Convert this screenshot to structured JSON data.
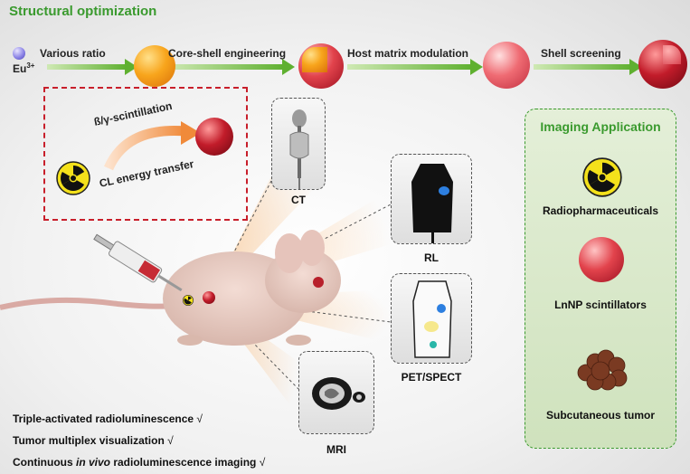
{
  "header": {
    "title": "Structural optimization"
  },
  "workflow": {
    "start_label": "Eu",
    "start_sup": "3+",
    "steps": [
      {
        "label": "Various ratio"
      },
      {
        "label": "Core-shell engineering"
      },
      {
        "label": "Host matrix modulation"
      },
      {
        "label": "Shell screening"
      }
    ]
  },
  "mechanism": {
    "scintillation_label": "ß/γ-scintillation",
    "energy_label": "CL energy transfer"
  },
  "imaging_panels": [
    {
      "label": "CT"
    },
    {
      "label": "RL"
    },
    {
      "label": "PET/SPECT"
    },
    {
      "label": "MRI"
    }
  ],
  "application": {
    "title": "Imaging Application",
    "items": [
      {
        "label": "Radiopharmaceuticals"
      },
      {
        "label": "LnNP scintillators"
      },
      {
        "label": "Subcutaneous tumor"
      }
    ]
  },
  "features": [
    {
      "text": "Triple-activated radioluminescence",
      "check": "√"
    },
    {
      "text": "Tumor multiplex visualization",
      "check": "√"
    },
    {
      "prefix": "Continuous ",
      "italic": "in vivo",
      "suffix": " radioluminescence imaging",
      "check": "√"
    }
  ],
  "colors": {
    "accent_green": "#3a9a2e",
    "dashed_red": "#c81f2b",
    "arrow_green": "#7cc243"
  }
}
